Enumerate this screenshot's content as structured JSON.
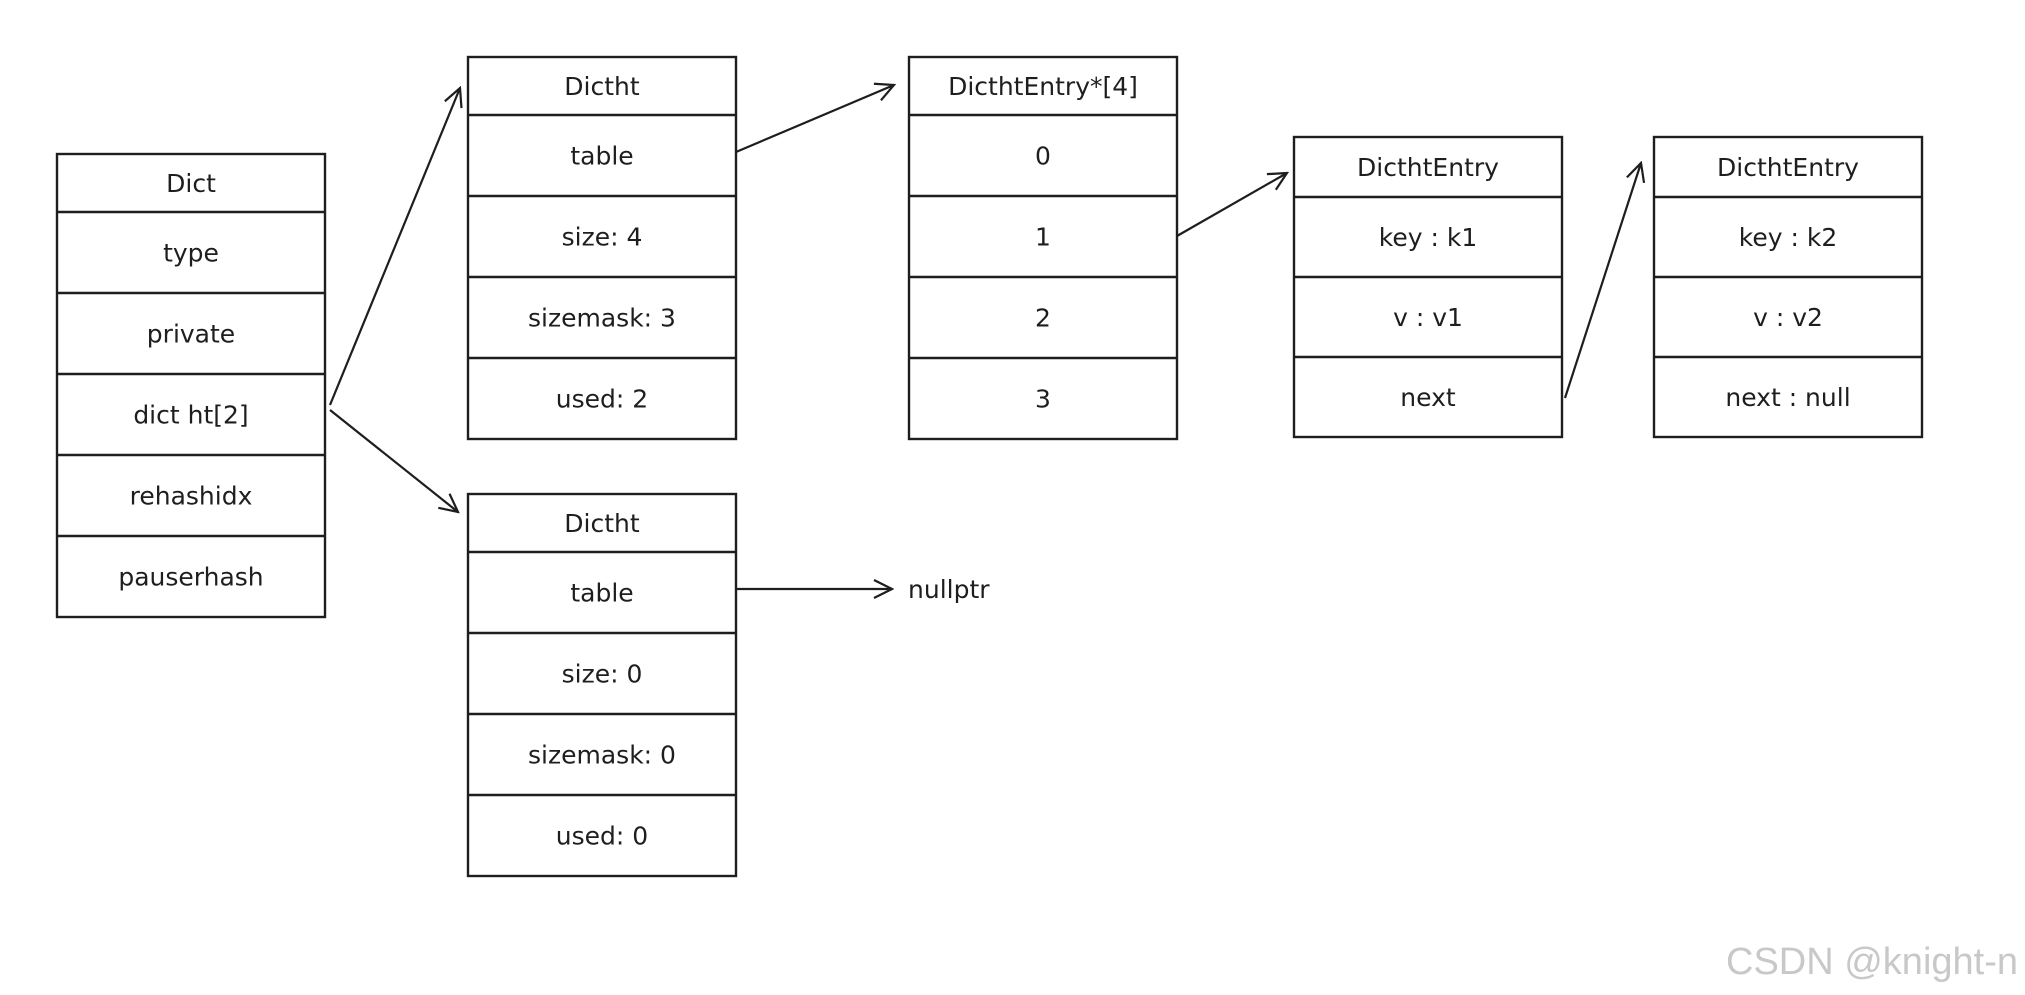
{
  "boxes": {
    "dict": {
      "rows": [
        "Dict",
        "type",
        "private",
        "dict ht[2]",
        "rehashidx",
        "pauserhash"
      ]
    },
    "ht0": {
      "rows": [
        "Dictht",
        "table",
        "size: 4",
        "sizemask: 3",
        "used: 2"
      ]
    },
    "ht1": {
      "rows": [
        "Dictht",
        "table",
        "size: 0",
        "sizemask: 0",
        "used: 0"
      ]
    },
    "buckets": {
      "rows": [
        "DicthtEntry*[4]",
        "0",
        "1",
        "2",
        "3"
      ]
    },
    "entry1": {
      "rows": [
        "DicthtEntry",
        "key : k1",
        "v : v1",
        "next"
      ]
    },
    "entry2": {
      "rows": [
        "DicthtEntry",
        "key : k2",
        "v : v2",
        "next : null"
      ]
    }
  },
  "labels": {
    "nullptr": "nullptr"
  },
  "watermark": "CSDN @knight-n"
}
